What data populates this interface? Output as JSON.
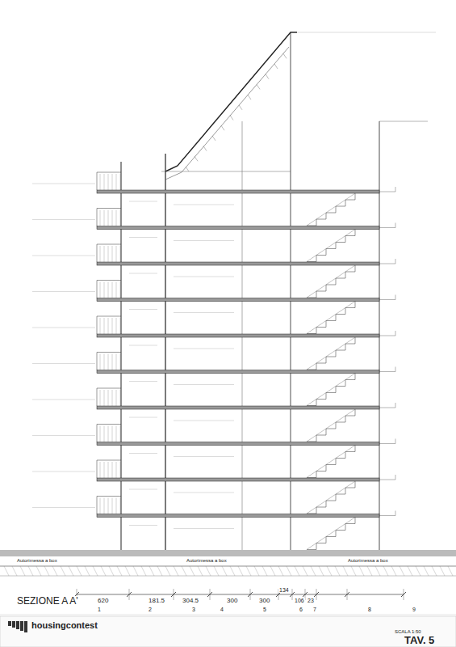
{
  "diagram": {
    "title": "SEZIONE A A'",
    "labels": [
      "620",
      "181.5",
      "304.5",
      "300",
      "300",
      "134",
      "106",
      "23",
      "1",
      "2",
      "3",
      "4",
      "5",
      "6",
      "7",
      "8",
      "9",
      "Autorimessa a box",
      "Autorimessa a box",
      "Autorimessa a box",
      "housingcontest",
      "SCALA 1:50",
      "TAV. 5"
    ]
  }
}
